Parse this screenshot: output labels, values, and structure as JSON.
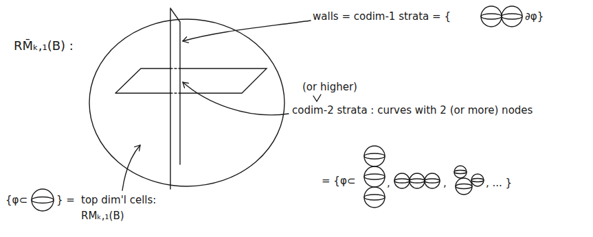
{
  "diagram": {
    "labels": [
      "RM̄ₖ,₁(B) :",
      "walls = codim-1 strata = {",
      "∂φ}",
      "{φ⊂",
      "} =",
      "top dim'l cells:",
      "RMₖ,₁(B)",
      "(or higher)",
      "codim-2 strata : curves with 2 (or more) nodes",
      "= {φ⊂",
      ",",
      ",",
      ", ... }"
    ]
  }
}
